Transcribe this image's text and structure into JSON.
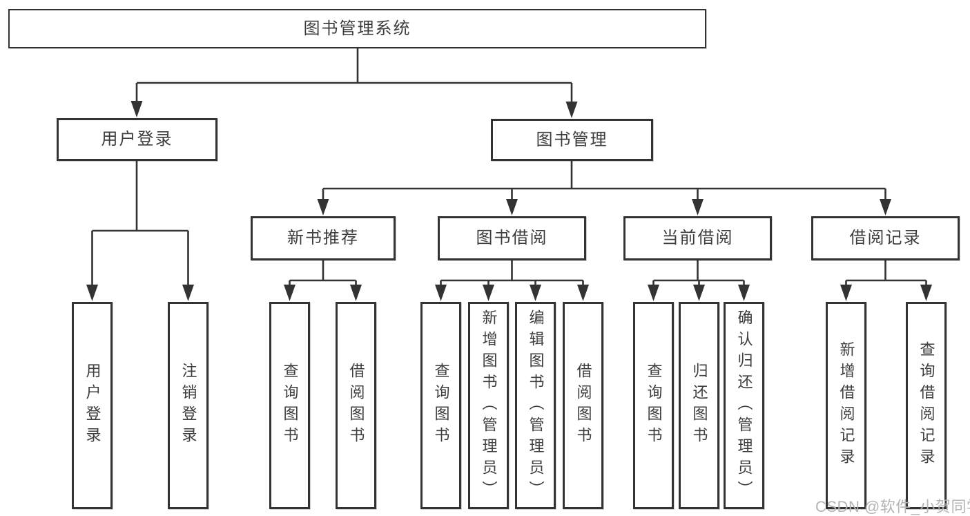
{
  "tree": {
    "root": {
      "label": "图书管理系统"
    },
    "branches": [
      {
        "label": "用户登录",
        "children": [
          {
            "label": "用户登录"
          },
          {
            "label": "注销登录"
          }
        ]
      },
      {
        "label": "图书管理",
        "children": [
          {
            "label": "新书推荐",
            "children": [
              {
                "label": "查询图书"
              },
              {
                "label": "借阅图书"
              }
            ]
          },
          {
            "label": "图书借阅",
            "children": [
              {
                "label": "查询图书"
              },
              {
                "label": "新增图书（管理员）"
              },
              {
                "label": "编辑图书（管理员）"
              },
              {
                "label": "借阅图书"
              }
            ]
          },
          {
            "label": "当前借阅",
            "children": [
              {
                "label": "查询图书"
              },
              {
                "label": "归还图书"
              },
              {
                "label": "确认归还（管理员）"
              }
            ]
          },
          {
            "label": "借阅记录",
            "children": [
              {
                "label": "新增借阅记录"
              },
              {
                "label": "查询借阅记录"
              }
            ]
          }
        ]
      }
    ]
  },
  "watermark": "CSDN @软件_小贺同学",
  "colors": {
    "line": "#333333",
    "text": "#3d3d3d",
    "background": "#ffffff",
    "watermark": "#b4b4b4"
  }
}
